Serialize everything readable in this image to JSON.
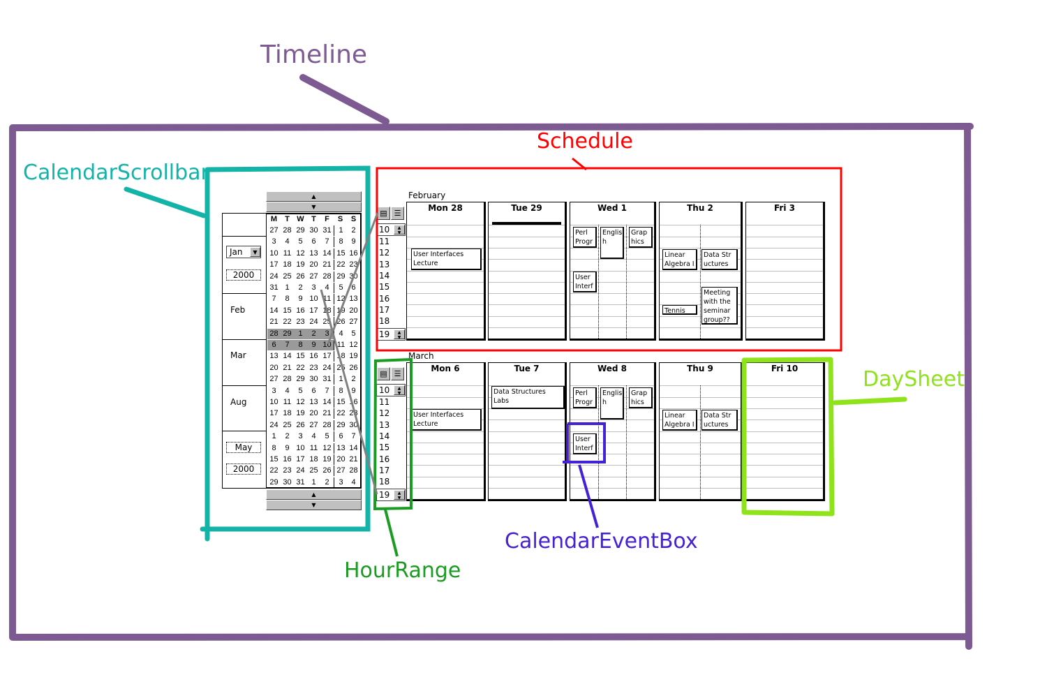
{
  "labels": {
    "timeline": "Timeline",
    "schedule": "Schedule",
    "calendar_scrollbar": "CalendarScrollbar",
    "day_sheet": "DaySheet",
    "hour_range": "HourRange",
    "calendar_event_box": "CalendarEventBox"
  },
  "colors": {
    "timeline": "#7e5a93",
    "schedule": "#ff0000",
    "calendar_scrollbar": "#14b3a8",
    "day_sheet": "#8fe31a",
    "hour_range": "#1a9c22",
    "calendar_event_box": "#4421d4"
  },
  "sidebar": {
    "month_select": "Jan",
    "year_top": "2000",
    "months": [
      "Feb",
      "Mar",
      "Aug"
    ],
    "month_bottom": "May",
    "year_bottom": "2000"
  },
  "mini_calendar": {
    "weekdays": [
      "M",
      "T",
      "W",
      "T",
      "F",
      "S",
      "S"
    ],
    "rows": [
      [
        "27",
        "28",
        "29",
        "30",
        "31",
        "1",
        "2"
      ],
      [
        "3",
        "4",
        "5",
        "6",
        "7",
        "8",
        "9"
      ],
      [
        "10",
        "11",
        "12",
        "13",
        "14",
        "15",
        "16"
      ],
      [
        "17",
        "18",
        "19",
        "20",
        "21",
        "22",
        "23"
      ],
      [
        "24",
        "25",
        "26",
        "27",
        "28",
        "29",
        "30"
      ],
      [
        "31",
        "1",
        "2",
        "3",
        "4",
        "5",
        "6"
      ],
      [
        "7",
        "8",
        "9",
        "10",
        "11",
        "12",
        "13"
      ],
      [
        "14",
        "15",
        "16",
        "17",
        "18",
        "19",
        "20"
      ],
      [
        "21",
        "22",
        "23",
        "24",
        "25",
        "26",
        "27"
      ],
      [
        "28",
        "29",
        "1",
        "2",
        "3",
        "4",
        "5"
      ],
      [
        "6",
        "7",
        "8",
        "9",
        "10",
        "11",
        "12"
      ],
      [
        "13",
        "14",
        "15",
        "16",
        "17",
        "18",
        "19"
      ],
      [
        "20",
        "21",
        "22",
        "23",
        "24",
        "25",
        "26"
      ],
      [
        "27",
        "28",
        "29",
        "30",
        "31",
        "1",
        "2"
      ],
      [
        "3",
        "4",
        "5",
        "6",
        "7",
        "8",
        "9"
      ],
      [
        "10",
        "11",
        "12",
        "13",
        "14",
        "15",
        "16"
      ],
      [
        "17",
        "18",
        "19",
        "20",
        "21",
        "22",
        "23"
      ],
      [
        "24",
        "25",
        "26",
        "27",
        "28",
        "29",
        "30"
      ],
      [
        "1",
        "2",
        "3",
        "4",
        "5",
        "6",
        "7"
      ],
      [
        "8",
        "9",
        "10",
        "11",
        "12",
        "13",
        "14"
      ],
      [
        "15",
        "16",
        "17",
        "18",
        "19",
        "20",
        "21"
      ],
      [
        "22",
        "23",
        "24",
        "25",
        "26",
        "27",
        "28"
      ],
      [
        "29",
        "30",
        "31",
        "1",
        "2",
        "3",
        "4"
      ]
    ]
  },
  "weeks": [
    {
      "month": "February",
      "hour_start": "10",
      "hour_end": "19",
      "hours": [
        "11",
        "12",
        "13",
        "14",
        "15",
        "16",
        "17",
        "18"
      ],
      "days": [
        {
          "label": "Mon  28",
          "events": [
            {
              "text": "User Interfaces\nLecture"
            }
          ]
        },
        {
          "label": "Tue  29",
          "events": []
        },
        {
          "label": "Wed  1",
          "events": [
            {
              "text": "Perl\nProgr"
            },
            {
              "text": "Englis\nh"
            },
            {
              "text": "Grap\nhics"
            },
            {
              "text": "User\nInterf"
            }
          ]
        },
        {
          "label": "Thu  2",
          "events": [
            {
              "text": "Linear\nAlgebra I"
            },
            {
              "text": "Data Str\nuctures"
            },
            {
              "text": "Meeting\nwith the\nseminar\ngroup??"
            },
            {
              "text": "Tennis"
            }
          ]
        },
        {
          "label": "Fri  3",
          "events": []
        }
      ]
    },
    {
      "month": "March",
      "hour_start": "10",
      "hour_end": "19",
      "hours": [
        "11",
        "12",
        "13",
        "14",
        "15",
        "16",
        "17",
        "18"
      ],
      "days": [
        {
          "label": "Mon  6",
          "events": [
            {
              "text": "User Interfaces\nLecture"
            }
          ]
        },
        {
          "label": "Tue  7",
          "events": [
            {
              "text": "Data Structures\nLabs"
            }
          ]
        },
        {
          "label": "Wed  8",
          "events": [
            {
              "text": "Perl\nProgr"
            },
            {
              "text": "Englis\nh"
            },
            {
              "text": "Grap\nhics"
            },
            {
              "text": "User\nInterf"
            }
          ]
        },
        {
          "label": "Thu  9",
          "events": [
            {
              "text": "Linear\nAlgebra I"
            },
            {
              "text": "Data Str\nuctures"
            }
          ]
        },
        {
          "label": "Fri  10",
          "events": []
        }
      ]
    }
  ]
}
